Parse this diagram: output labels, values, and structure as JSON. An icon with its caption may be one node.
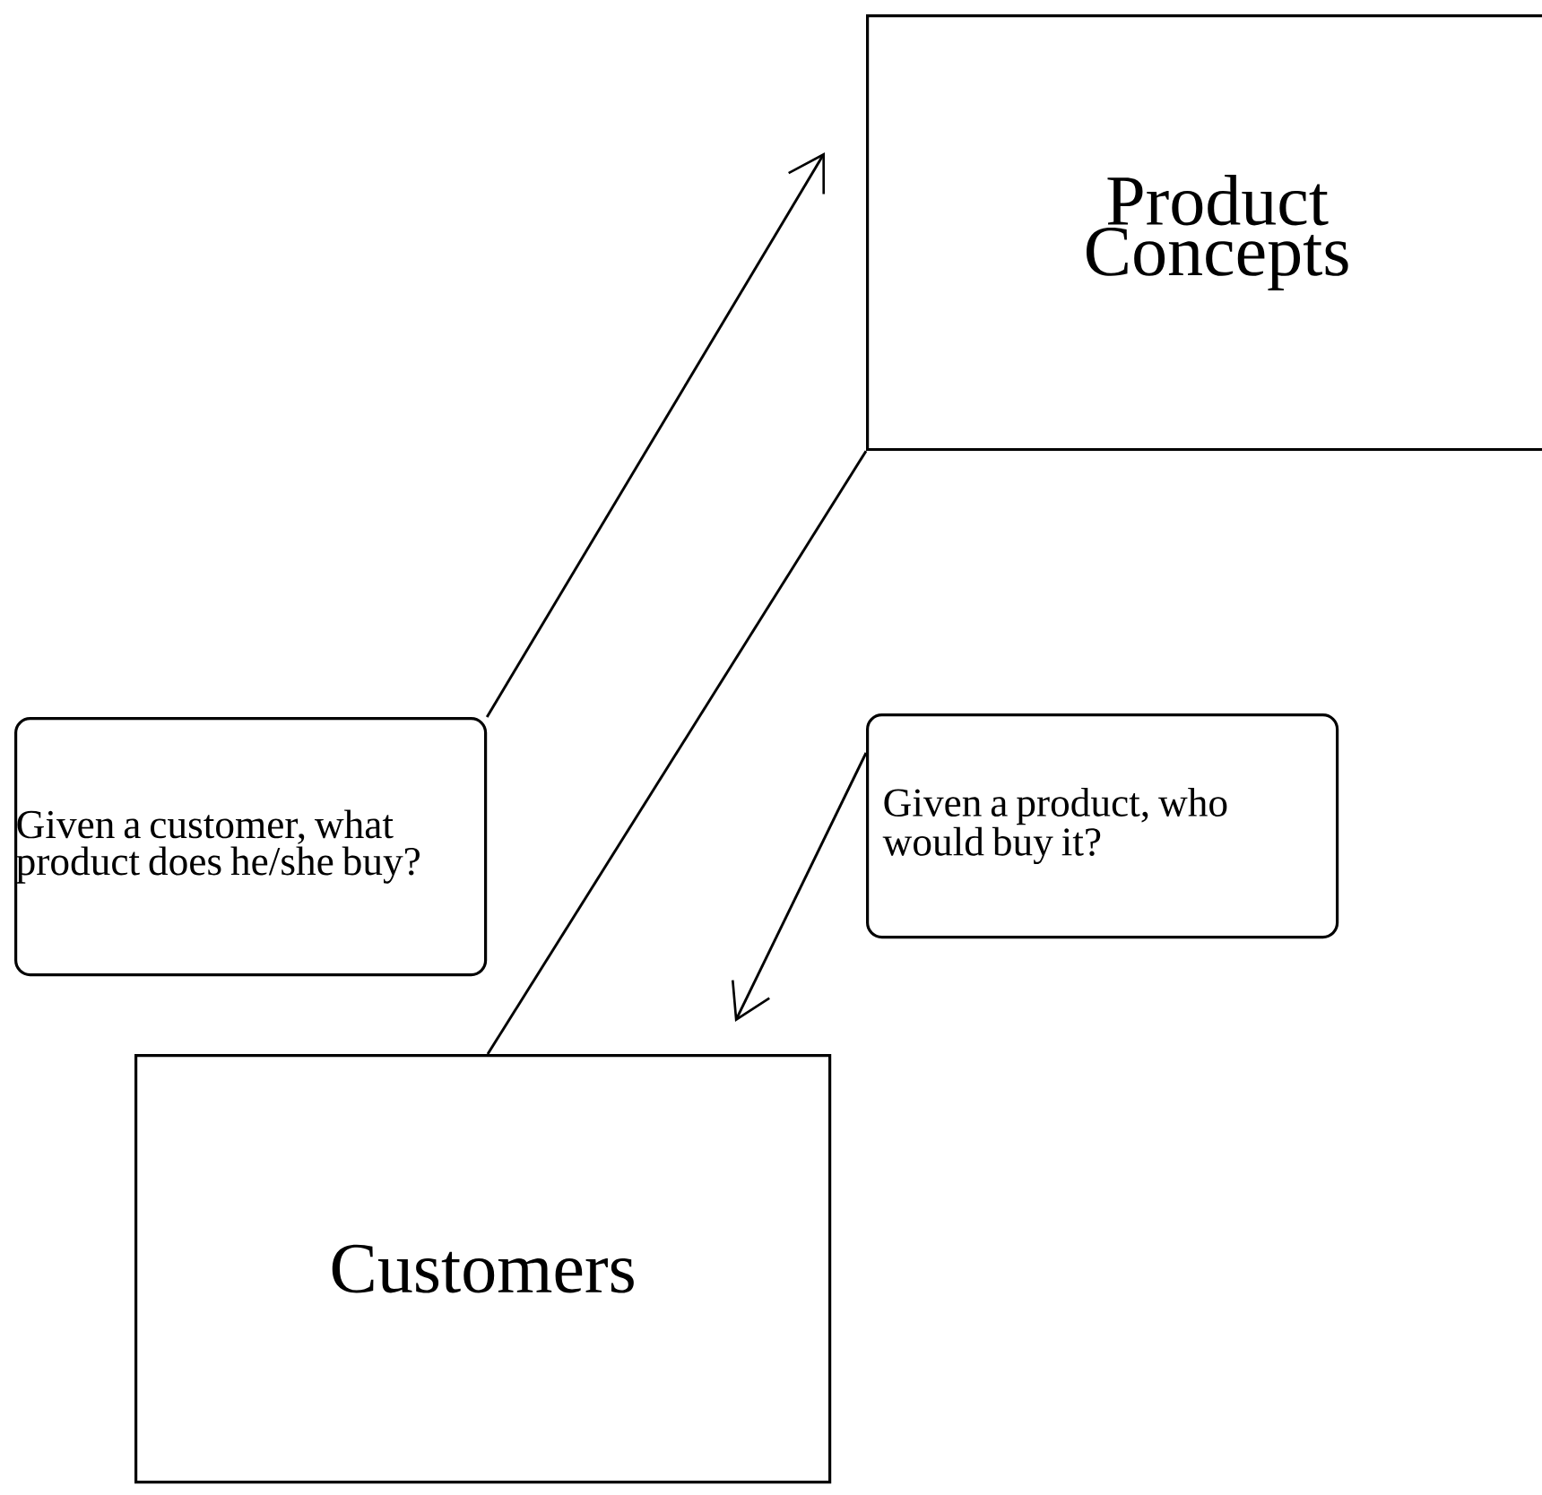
{
  "diagram": {
    "nodes": [
      {
        "text": [
          "Product Concepts"
        ]
      },
      {
        "text": [
          "Given a customer, what product does he/she buy?"
        ]
      },
      {
        "text": [
          "Given a product, who would buy it?"
        ]
      },
      {
        "text": [
          "Customers"
        ]
      }
    ],
    "edges": [
      {
        "from": 1,
        "to": 0,
        "arrow": "to"
      },
      {
        "from": 2,
        "to": 3,
        "arrow": "to"
      },
      {
        "from": 3,
        "to": 0,
        "arrow": "none"
      }
    ]
  }
}
